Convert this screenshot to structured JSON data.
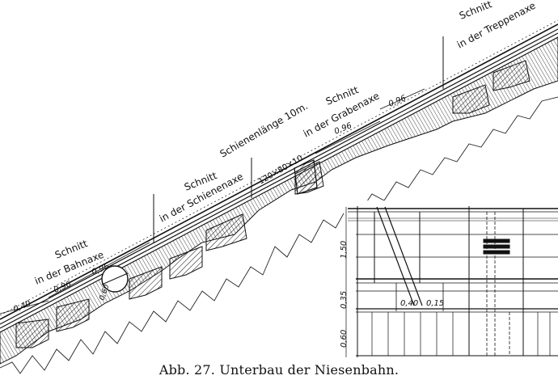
{
  "caption": "Abb. 27. Unterbau der Niesenbahn.",
  "labels": {
    "bahnaxe_1": "Schnitt",
    "bahnaxe_2": "in der Bahnaxe",
    "schienenaxe_1": "Schnitt",
    "schienenaxe_2": "in der Schienenaxe",
    "schienenlaenge": "Schienenlänge 10m.",
    "profil": "120×80×10",
    "grabenaxe_1": "Schnitt",
    "grabenaxe_2": "in der Grabenaxe",
    "treppenaxe_1": "Schnitt",
    "treppenaxe_2": "in der Treppenaxe"
  },
  "dimensions": {
    "d040_left": "0,40",
    "d096_a": "0,96",
    "d096_b": "0,96",
    "d060": "0,60",
    "d096_c": "0,96",
    "d096_d": "0,96",
    "d150": "1,50",
    "d035": "0,35",
    "d060_b": "0,60",
    "d040_in": "0,40",
    "d015": "0,15"
  }
}
